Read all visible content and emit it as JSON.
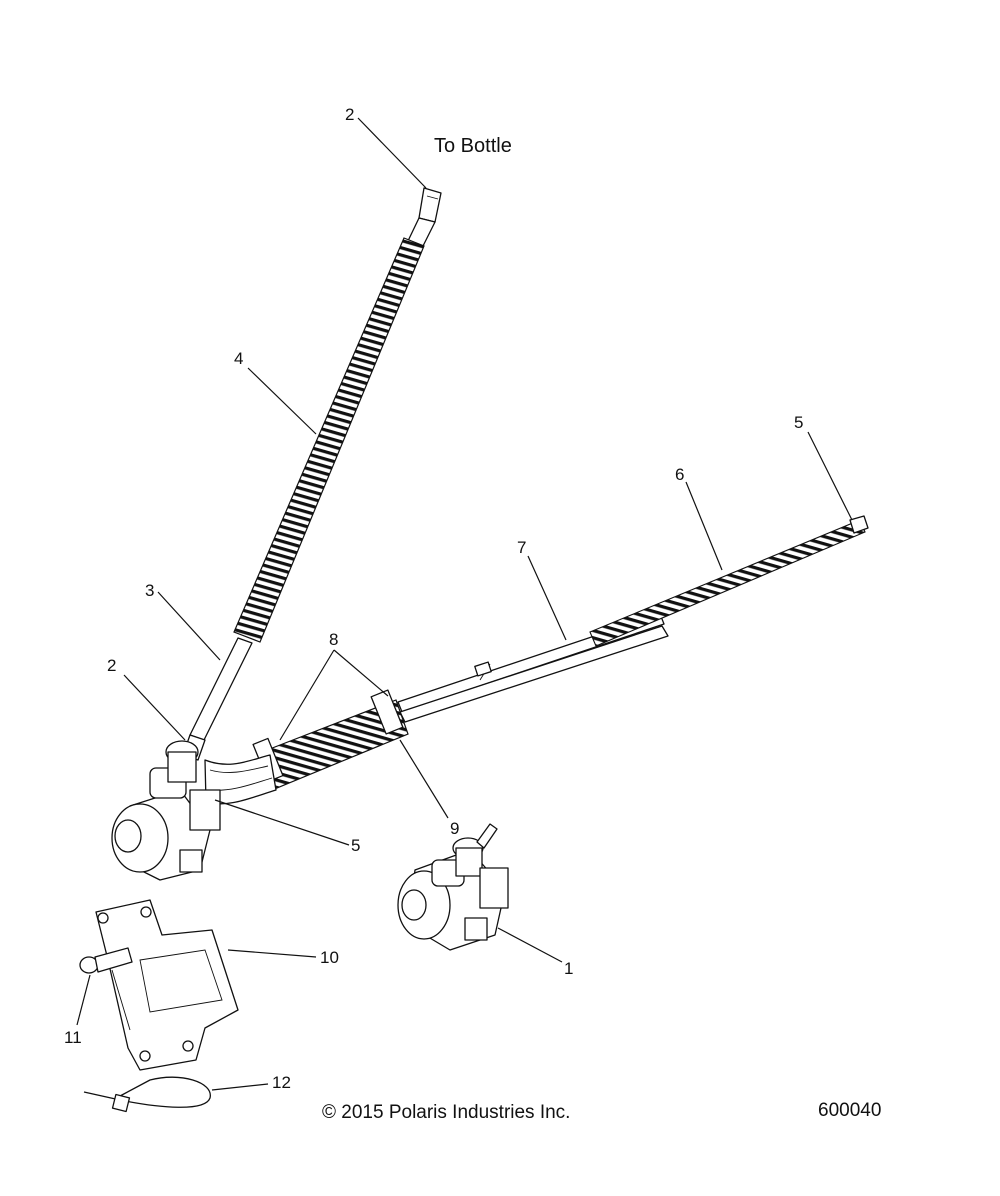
{
  "note": "To Bottle",
  "copyright": "© 2015 Polaris Industries Inc.",
  "figure_number": "600040",
  "callouts": [
    "1",
    "2",
    "2",
    "3",
    "4",
    "5",
    "5",
    "6",
    "7",
    "8",
    "9",
    "10",
    "11",
    "12"
  ],
  "parts": {
    "fuel_pump_assembly": "fuel-pump-assembly",
    "bottle_hose": "corrugated-hose-to-bottle",
    "main_hose": "corrugated-main-hose",
    "mounting_bracket": "pump-mounting-bracket",
    "cable_tie": "cable-tie"
  }
}
